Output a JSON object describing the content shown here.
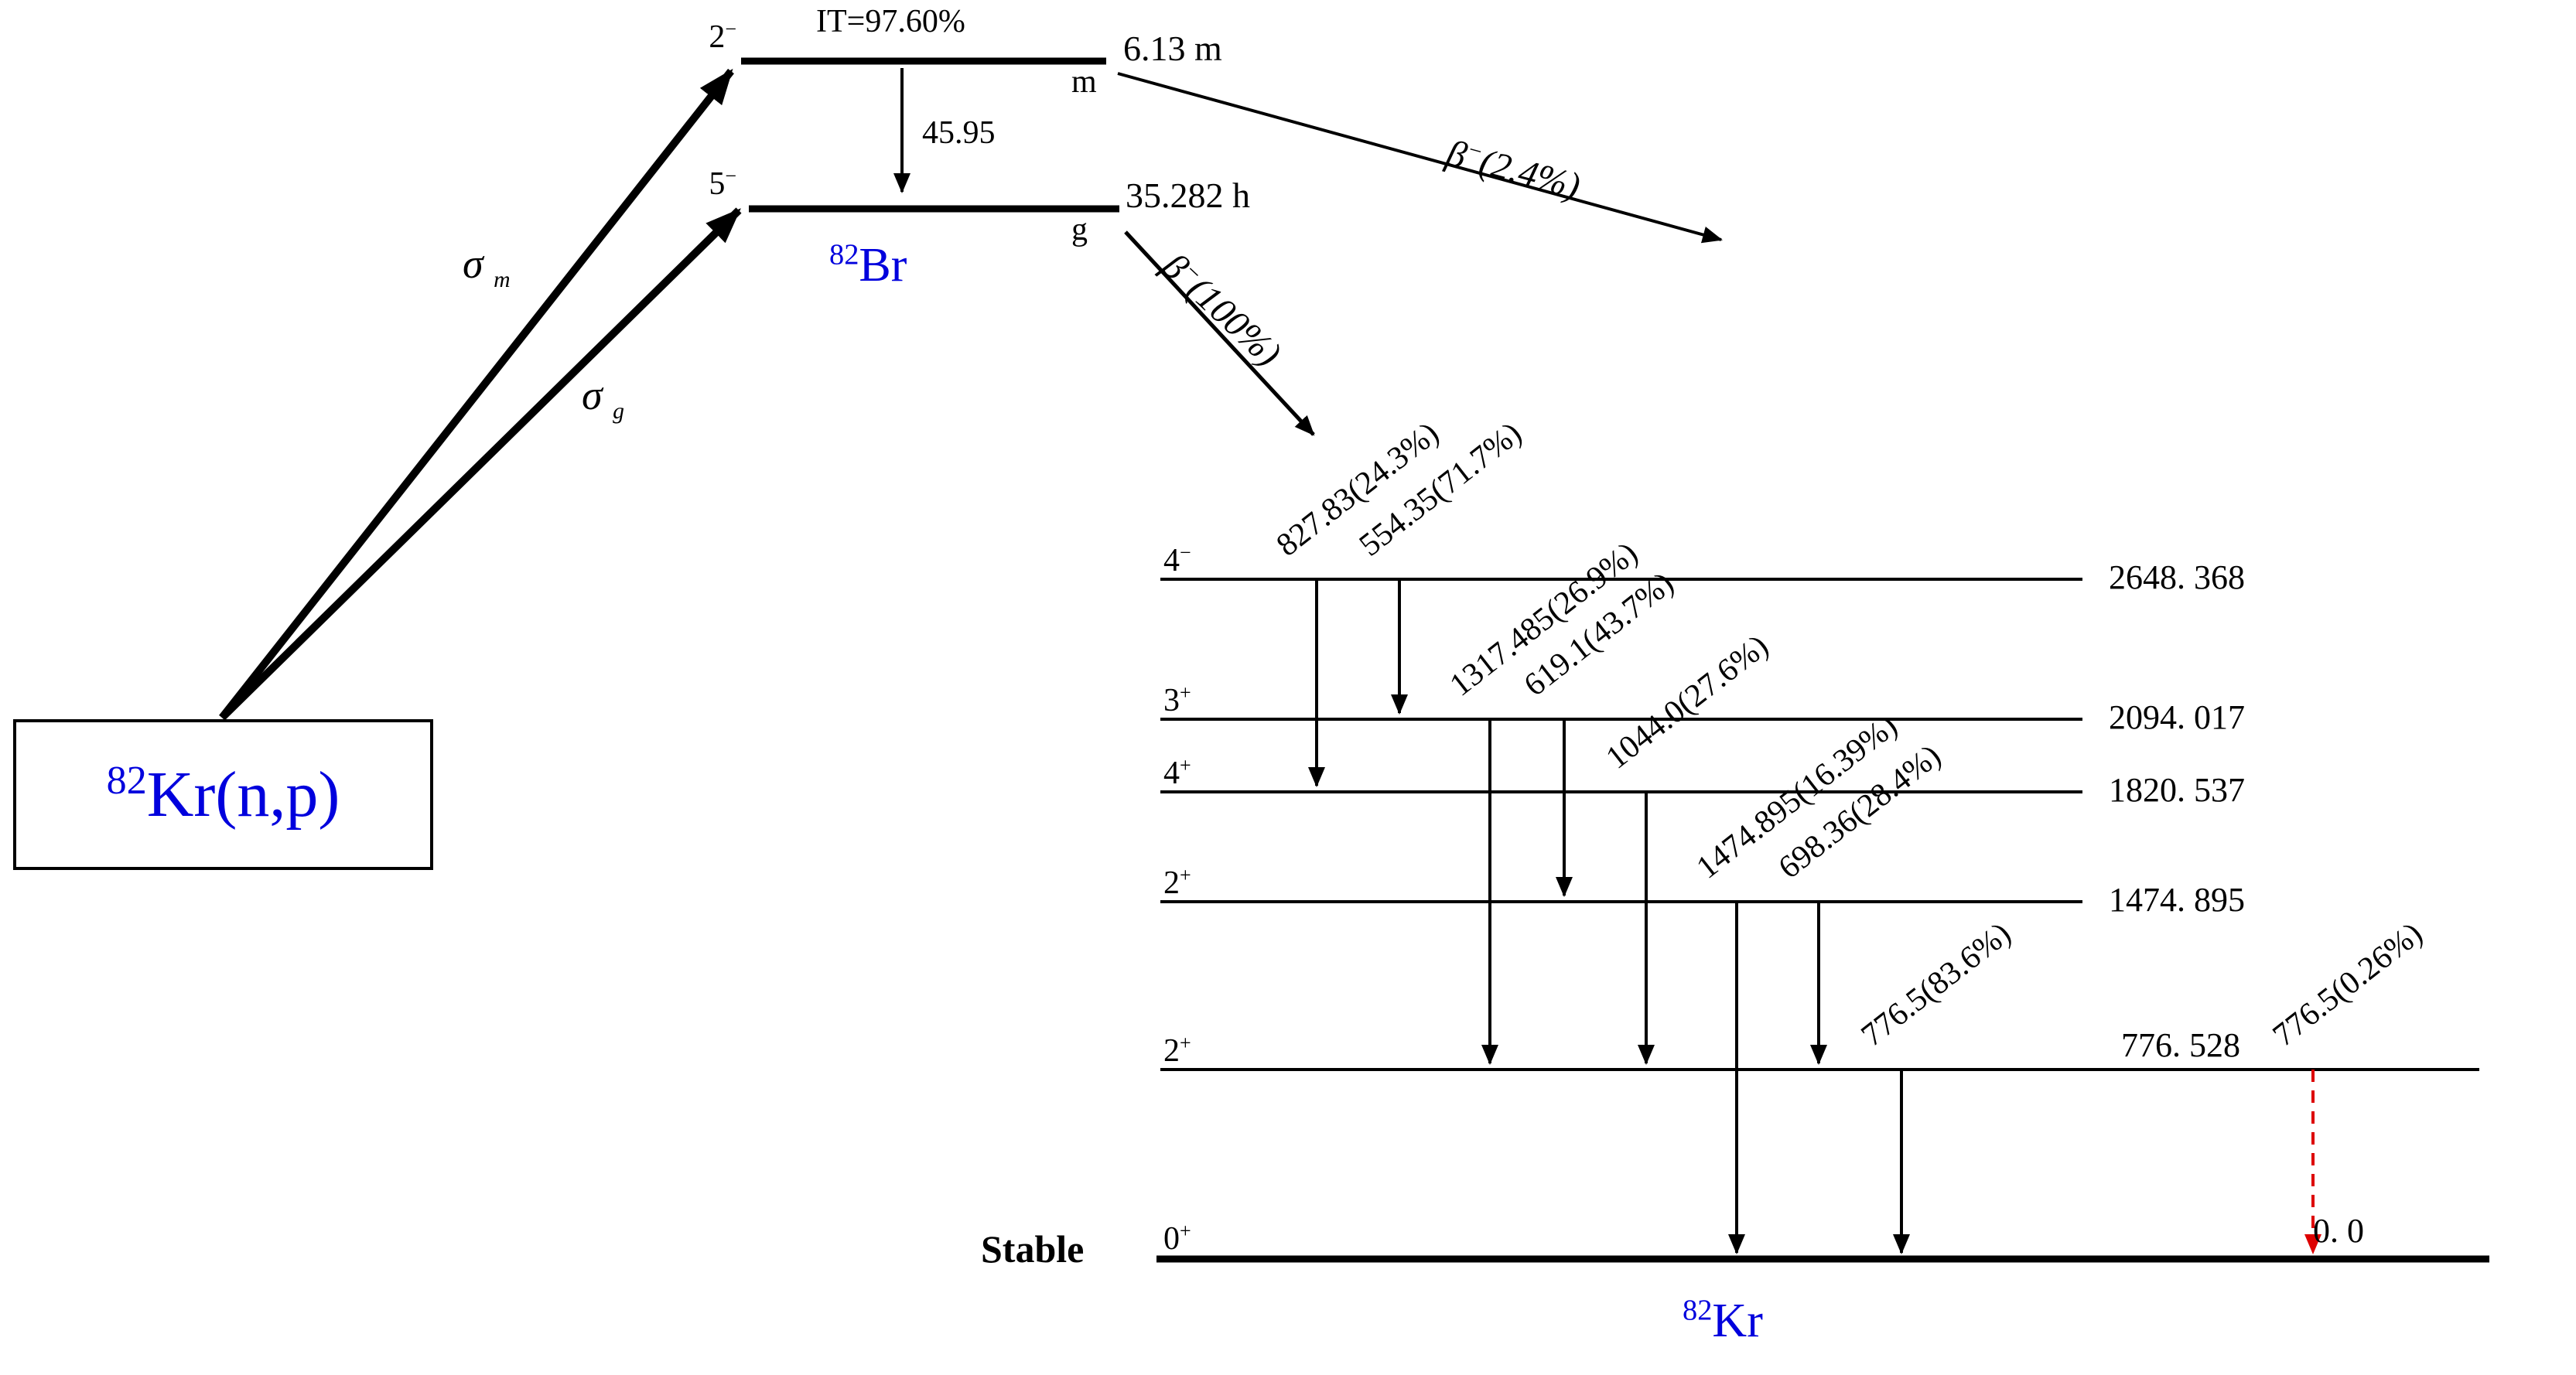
{
  "colors": {
    "accent": "#0000dd",
    "warn": "#dd0000"
  },
  "reaction": {
    "mass": "82",
    "text": "Kr(n,p)"
  },
  "parent": {
    "mass": "82",
    "symbol": "Br",
    "isomer": {
      "spin": "2",
      "parity": "−",
      "half_life": "6.13 m",
      "tag": "m"
    },
    "ground": {
      "spin": "5",
      "parity": "−",
      "half_life": "35.282 h",
      "tag": "g"
    },
    "it": {
      "label": "IT=97.60%",
      "energy": "45.95"
    },
    "beta_isomer": {
      "name": "β",
      "sup": "−",
      "tail": "(2.4%)"
    },
    "beta_ground": {
      "name": "β",
      "sup": "−",
      "tail": "(100%)"
    },
    "sigma_m": {
      "base": "σ",
      "sub": "m"
    },
    "sigma_g": {
      "base": "σ",
      "sub": "g"
    }
  },
  "daughter": {
    "mass": "82",
    "symbol": "Kr",
    "stable_label": "Stable",
    "levels": [
      {
        "spin": "4",
        "parity": "−",
        "energy": "2648. 368"
      },
      {
        "spin": "3",
        "parity": "+",
        "energy": "2094. 017"
      },
      {
        "spin": "4",
        "parity": "+",
        "energy": "1820. 537"
      },
      {
        "spin": "2",
        "parity": "+",
        "energy": "1474. 895"
      },
      {
        "spin": "2",
        "parity": "+",
        "energy": "776. 528"
      },
      {
        "spin": "0",
        "parity": "+",
        "energy": "0. 0"
      }
    ],
    "gammas": [
      {
        "label": "827.83(24.3%)"
      },
      {
        "label": "554.35(71.7%)"
      },
      {
        "label": "1317.485(26.9%)"
      },
      {
        "label": "619.1(43.7%)"
      },
      {
        "label": "1044.0(27.6%)"
      },
      {
        "label": "1474.895(16.39%)"
      },
      {
        "label": "698.36(28.4%)"
      },
      {
        "label": "776.5(83.6%)"
      },
      {
        "label": "776.5(0.26%)"
      }
    ]
  }
}
